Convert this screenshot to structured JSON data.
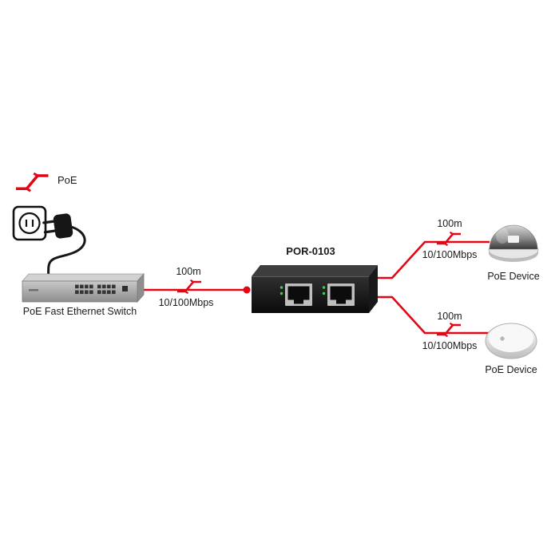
{
  "colors": {
    "link": "#e30613",
    "text": "#1a1a1a",
    "background": "#ffffff"
  },
  "legend": {
    "poe_label": "PoE",
    "poe_icon": "lightning-bolt-icon"
  },
  "nodes": {
    "power_source": {
      "icon": "power-outlet-icon"
    },
    "switch": {
      "label": "PoE Fast Ethernet Switch"
    },
    "extender": {
      "model": "POR-0103"
    },
    "camera": {
      "label": "PoE Device",
      "type": "dome-camera"
    },
    "access_point": {
      "label": "PoE Device",
      "type": "wireless-access-point"
    }
  },
  "links": {
    "switch_to_extender": {
      "distance": "100m",
      "speed": "10/100Mbps"
    },
    "extender_to_camera": {
      "distance": "100m",
      "speed": "10/100Mbps"
    },
    "extender_to_access_point": {
      "distance": "100m",
      "speed": "10/100Mbps"
    }
  }
}
